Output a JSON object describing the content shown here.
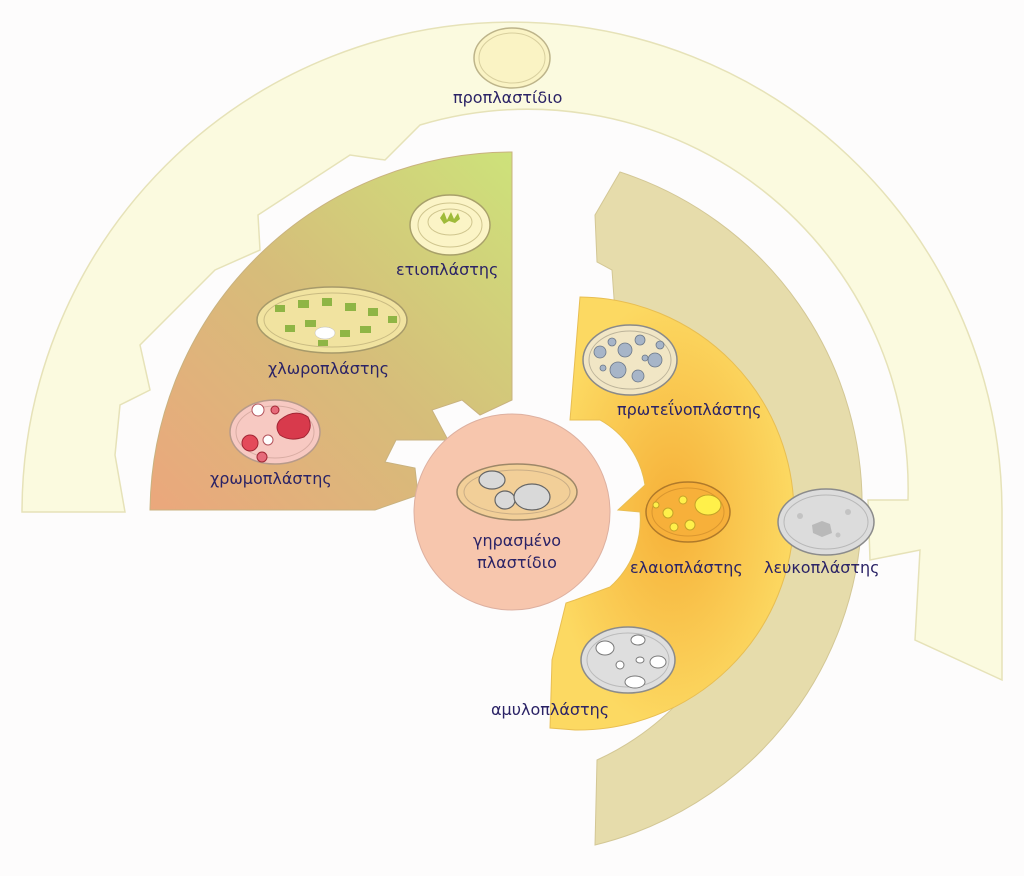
{
  "labels": {
    "proplastid": "προπλαστίδιο",
    "etioplast": "ετιοπλάστης",
    "chloroplast": "χλωροπλάστης",
    "chromoplast": "χρωμοπλάστης",
    "proteinoplast": "πρωτεΐνοπλάστης",
    "elaioplast": "ελαιοπλάστης",
    "leucoplast": "λευκοπλάστης",
    "amyloplast": "αμυλοπλάστης",
    "aged_line1": "γηρασμένο",
    "aged_line2": "πλαστίδιο"
  },
  "colors": {
    "outer_ring": "#fbfadf",
    "leuco_band": "#e6dcab",
    "yellow_band": "#fcd762",
    "green_top": "#cfe07a",
    "orange_bottom": "#e9a67a",
    "aged_circle": "#f7c6ad",
    "label_text": "#2b2366"
  }
}
